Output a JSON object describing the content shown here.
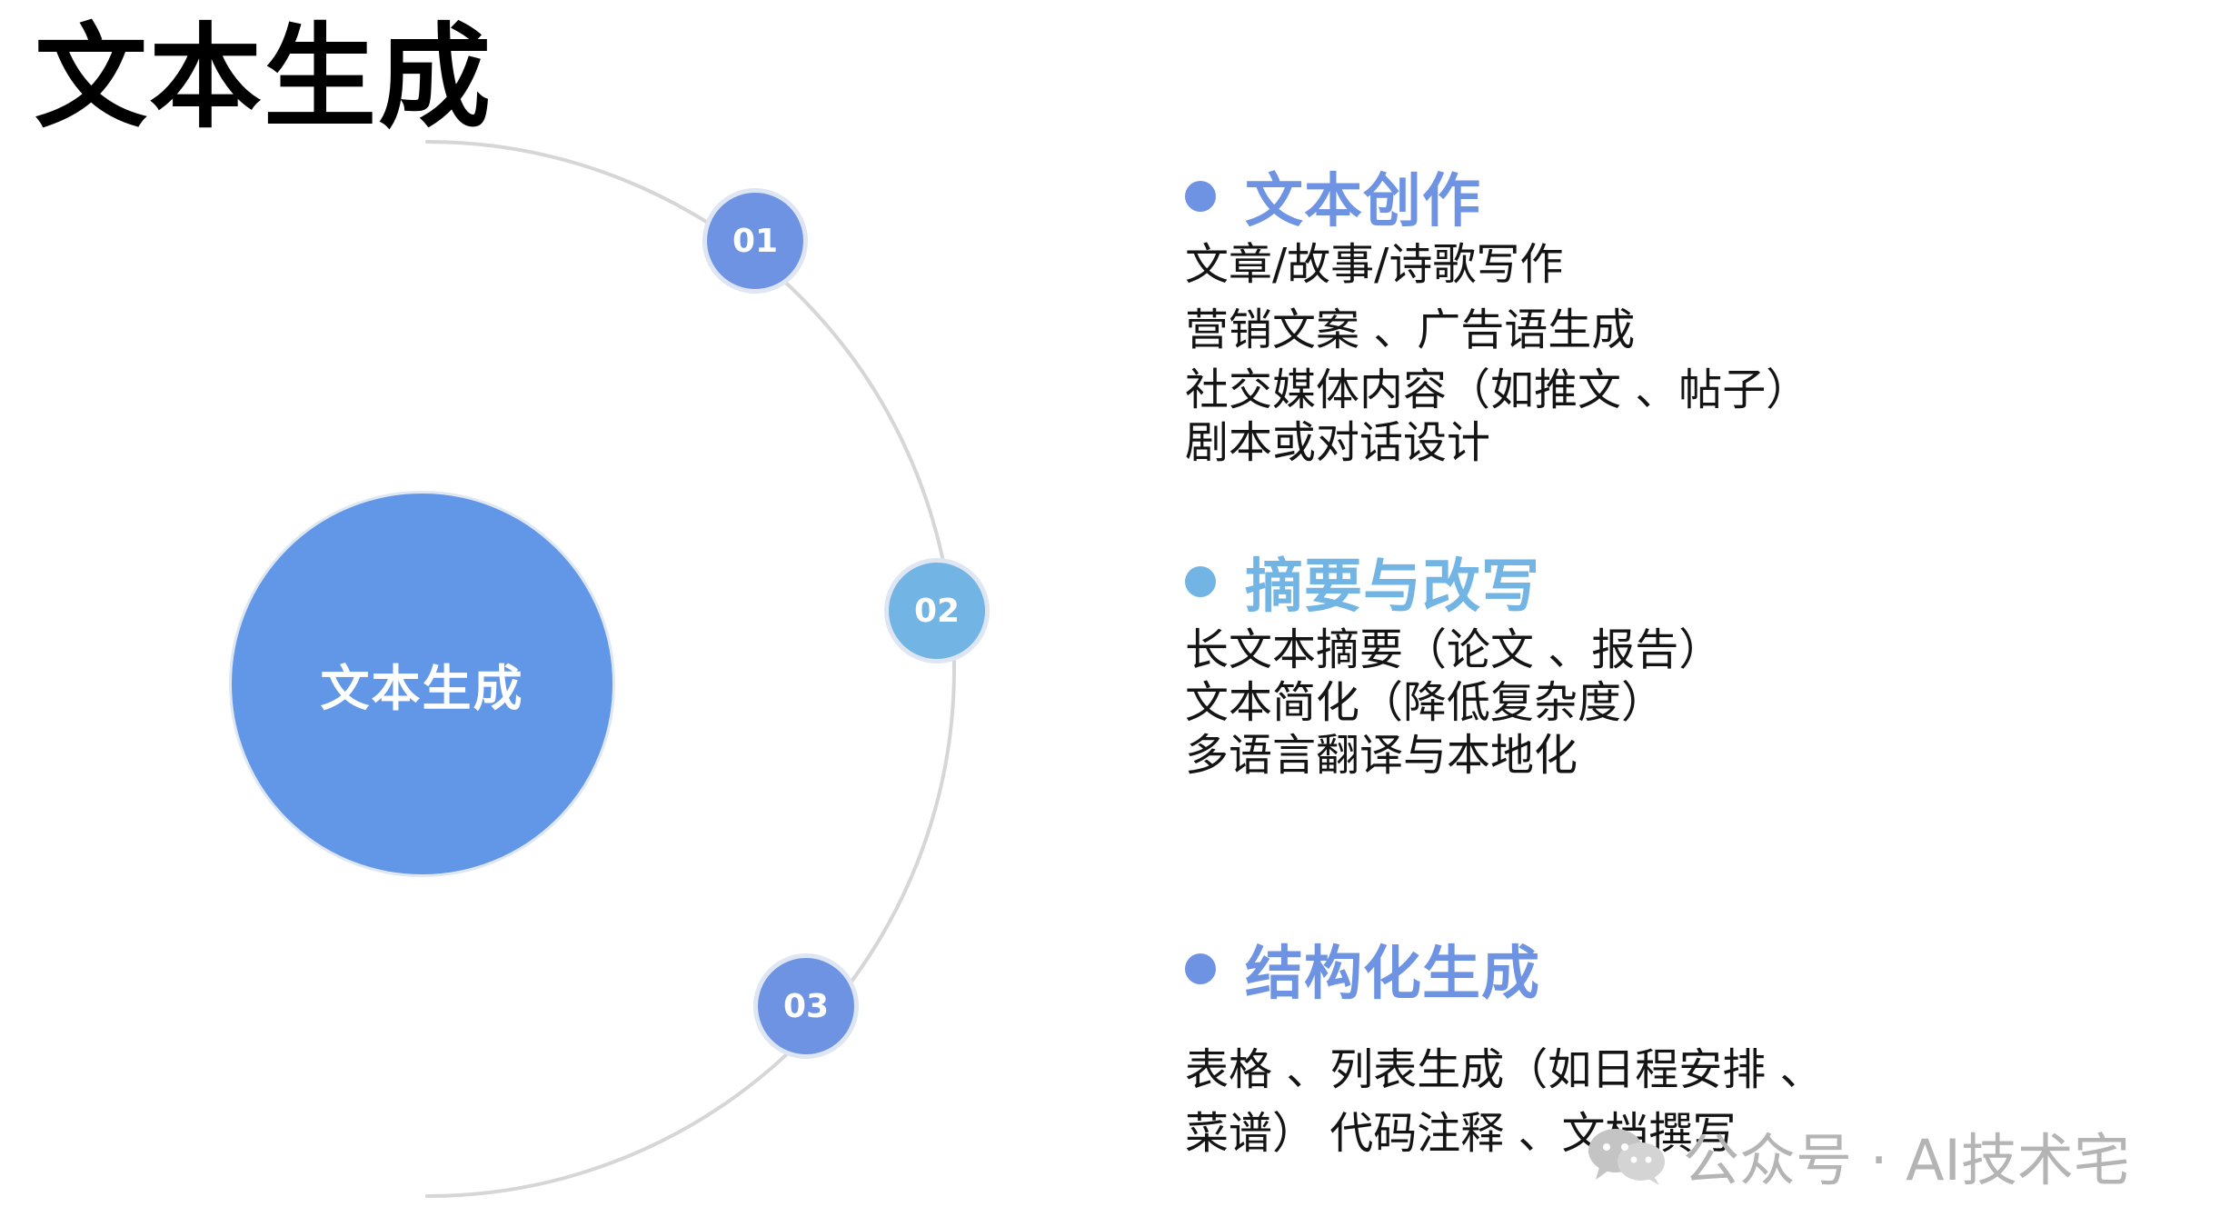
{
  "page_title": "文本生成",
  "center": {
    "label": "文本生成"
  },
  "nodes": [
    {
      "label": "01"
    },
    {
      "label": "02"
    },
    {
      "label": "03"
    }
  ],
  "sections": [
    {
      "title": "文本创作",
      "items": [
        "文章/故事/诗歌写作",
        "营销文案 、广告语生成",
        "社交媒体内容（如推文 、帖子）",
        "剧本或对话设计"
      ]
    },
    {
      "title": "摘要与改写",
      "items": [
        "长文本摘要（论文 、报告）",
        "文本简化（降低复杂度）",
        "多语言翻译与本地化"
      ]
    },
    {
      "title": "结构化生成",
      "items": [
        "表格 、列表生成（如日程安排 、",
        "菜谱） 代码注释 、文档撰写"
      ]
    }
  ],
  "watermark": {
    "text": "公众号 · AI技术宅"
  },
  "colors": {
    "accent_blue": "#6e93e2",
    "accent_light_blue": "#72b4e3",
    "center_blue": "#6197e6",
    "arc_gray": "#d0d0d0"
  },
  "icons": [
    "wechat-logo-icon"
  ]
}
